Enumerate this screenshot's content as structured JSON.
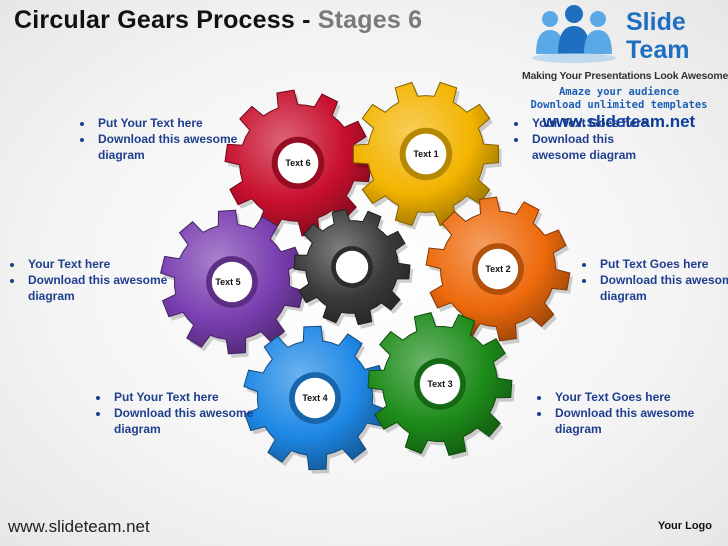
{
  "title": {
    "main": "Circular Gears Process - ",
    "sub": "Stages 6"
  },
  "logo": {
    "line1": "Slide",
    "line2": "Team",
    "tagline": "Making Your Presentations Look Awesome"
  },
  "promo": {
    "line1": "Amaze your audience",
    "line2": "Download unlimited templates",
    "url": "www.slideteam.net"
  },
  "colors": {
    "red": "#c8102e",
    "yellow": "#f3b400",
    "orange": "#ee6a0c",
    "green": "#1d8c1a",
    "blue": "#1e88e5",
    "purple": "#7a3fb1",
    "black": "#3a3a3a"
  },
  "gears": [
    {
      "id": "gear-text-6",
      "label": "Text 6",
      "color": "red"
    },
    {
      "id": "gear-text-1",
      "label": "Text 1",
      "color": "yellow"
    },
    {
      "id": "gear-text-5",
      "label": "Text 5",
      "color": "purple"
    },
    {
      "id": "gear-center",
      "label": "",
      "color": "black"
    },
    {
      "id": "gear-text-2",
      "label": "Text 2",
      "color": "orange"
    },
    {
      "id": "gear-text-4",
      "label": "Text 4",
      "color": "blue"
    },
    {
      "id": "gear-text-3",
      "label": "Text 3",
      "color": "green"
    }
  ],
  "bullets": {
    "top_left": [
      "Put Your Text  here",
      "Download this awesome diagram"
    ],
    "top_right": [
      "Your Text Goes here",
      "Download this awesome diagram"
    ],
    "mid_left": [
      "Your Text  here",
      "Download this awesome diagram"
    ],
    "mid_right": [
      "Put Text Goes here",
      "Download this awesome diagram"
    ],
    "bottom_left": [
      "Put Your Text  here",
      "Download this awesome diagram"
    ],
    "bottom_right": [
      "Your Text Goes here",
      "Download this awesome diagram"
    ]
  },
  "footer": {
    "url": "www.slideteam.net",
    "logo": "Your Logo"
  }
}
